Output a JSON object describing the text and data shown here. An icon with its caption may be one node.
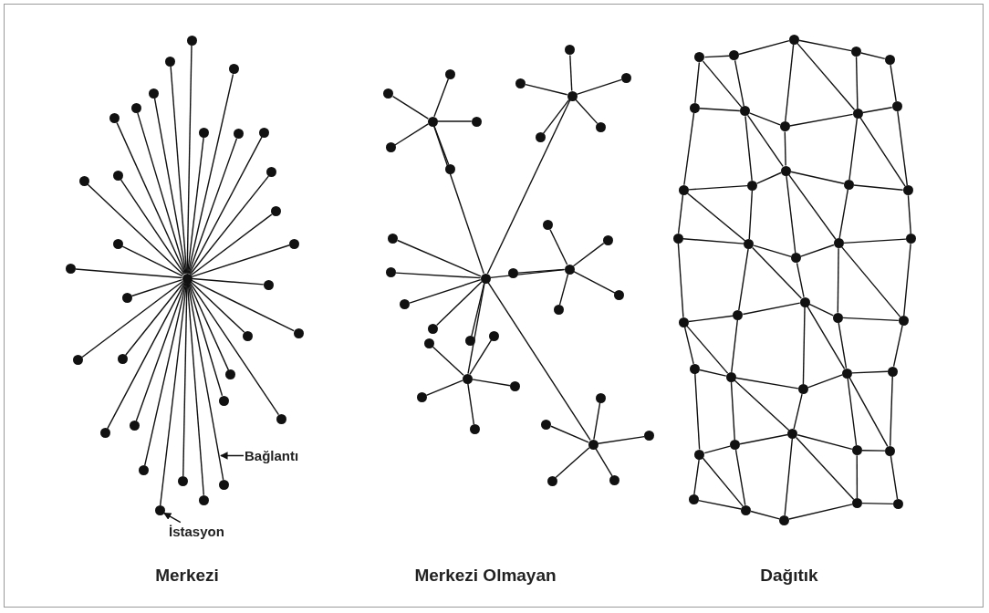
{
  "diagram": {
    "nodes": [
      {
        "text": [],
        "shape": "circle"
      },
      {
        "text": [],
        "shape": "circle"
      },
      {
        "text": [],
        "shape": "circle"
      },
      {
        "text": [],
        "shape": "circle"
      },
      {
        "text": [],
        "shape": "circle"
      },
      {
        "text": [],
        "shape": "circle"
      },
      {
        "text": [],
        "shape": "circle"
      },
      {
        "text": [],
        "shape": "circle"
      },
      {
        "text": [],
        "shape": "circle"
      },
      {
        "text": [],
        "shape": "circle"
      },
      {
        "text": [],
        "shape": "circle"
      },
      {
        "text": [],
        "shape": "circle"
      },
      {
        "text": [],
        "shape": "circle"
      },
      {
        "text": [],
        "shape": "circle"
      },
      {
        "text": [],
        "shape": "circle"
      },
      {
        "text": [],
        "shape": "circle"
      },
      {
        "text": [],
        "shape": "circle"
      },
      {
        "text": [],
        "shape": "circle"
      },
      {
        "text": [],
        "shape": "circle"
      },
      {
        "text": [],
        "shape": "circle"
      },
      {
        "text": [],
        "shape": "circle"
      },
      {
        "text": [],
        "shape": "circle"
      },
      {
        "text": [],
        "shape": "circle"
      },
      {
        "text": [],
        "shape": "circle"
      },
      {
        "text": [],
        "shape": "circle"
      },
      {
        "text": [],
        "shape": "circle"
      },
      {
        "text": [],
        "shape": "circle"
      },
      {
        "text": [],
        "shape": "circle"
      },
      {
        "text": [],
        "shape": "circle"
      },
      {
        "text": [],
        "shape": "circle"
      },
      {
        "text": [],
        "shape": "circle"
      },
      {
        "text": [],
        "shape": "circle"
      },
      {
        "text": [],
        "shape": "circle"
      },
      {
        "text": [],
        "shape": "circle"
      },
      {
        "text": [],
        "shape": "circle"
      },
      {
        "text": [],
        "shape": "circle"
      },
      {
        "text": [],
        "shape": "circle"
      },
      {
        "text": [],
        "shape": "circle"
      },
      {
        "text": [],
        "shape": "circle"
      },
      {
        "text": [],
        "shape": "circle"
      },
      {
        "text": [],
        "shape": "circle"
      },
      {
        "text": [],
        "shape": "circle"
      },
      {
        "text": [],
        "shape": "circle"
      },
      {
        "text": [],
        "shape": "circle"
      },
      {
        "text": [],
        "shape": "circle"
      },
      {
        "text": [],
        "shape": "circle"
      },
      {
        "text": [],
        "shape": "circle"
      },
      {
        "text": [],
        "shape": "circle"
      },
      {
        "text": [],
        "shape": "circle"
      },
      {
        "text": [],
        "shape": "circle"
      },
      {
        "text": [],
        "shape": "circle"
      },
      {
        "text": [],
        "shape": "circle"
      },
      {
        "text": [],
        "shape": "circle"
      },
      {
        "text": [],
        "shape": "circle"
      },
      {
        "text": [],
        "shape": "circle"
      },
      {
        "text": [],
        "shape": "circle"
      },
      {
        "text": [],
        "shape": "circle"
      },
      {
        "text": [],
        "shape": "circle"
      },
      {
        "text": [],
        "shape": "circle"
      },
      {
        "text": [],
        "shape": "circle"
      },
      {
        "text": [],
        "shape": "circle"
      },
      {
        "text": [],
        "shape": "circle"
      },
      {
        "text": [],
        "shape": "circle"
      },
      {
        "text": [],
        "shape": "circle"
      },
      {
        "text": [],
        "shape": "circle"
      },
      {
        "text": [],
        "shape": "circle"
      },
      {
        "text": [],
        "shape": "circle"
      },
      {
        "text": [],
        "shape": "circle"
      },
      {
        "text": [],
        "shape": "circle"
      },
      {
        "text": [],
        "shape": "circle"
      },
      {
        "text": [],
        "shape": "circle"
      },
      {
        "text": [],
        "shape": "circle"
      },
      {
        "text": [],
        "shape": "circle"
      },
      {
        "text": [],
        "shape": "circle"
      },
      {
        "text": [],
        "shape": "circle"
      },
      {
        "text": [],
        "shape": "circle"
      },
      {
        "text": [],
        "shape": "circle"
      },
      {
        "text": [],
        "shape": "circle"
      },
      {
        "text": [],
        "shape": "circle"
      },
      {
        "text": [],
        "shape": "circle"
      },
      {
        "text": [],
        "shape": "circle"
      },
      {
        "text": [],
        "shape": "circle"
      },
      {
        "text": [],
        "shape": "circle"
      },
      {
        "text": [],
        "shape": "circle"
      },
      {
        "text": [],
        "shape": "circle"
      },
      {
        "text": [],
        "shape": "circle"
      },
      {
        "text": [],
        "shape": "circle"
      },
      {
        "text": [],
        "shape": "circle"
      },
      {
        "text": [],
        "shape": "circle"
      },
      {
        "text": [],
        "shape": "circle"
      },
      {
        "text": [],
        "shape": "circle"
      },
      {
        "text": [],
        "shape": "circle"
      },
      {
        "text": [],
        "shape": "circle"
      },
      {
        "text": [],
        "shape": "circle"
      },
      {
        "text": [],
        "shape": "circle"
      },
      {
        "text": [],
        "shape": "circle"
      },
      {
        "text": [],
        "shape": "circle"
      },
      {
        "text": [],
        "shape": "circle"
      },
      {
        "text": [],
        "shape": "circle"
      },
      {
        "text": [],
        "shape": "circle"
      },
      {
        "text": [],
        "shape": "circle"
      },
      {
        "text": [],
        "shape": "circle"
      },
      {
        "text": [],
        "shape": "circle"
      },
      {
        "text": [],
        "shape": "circle"
      },
      {
        "text": [],
        "shape": "circle"
      },
      {
        "text": [],
        "shape": "circle"
      },
      {
        "text": [],
        "shape": "circle"
      },
      {
        "text": [],
        "shape": "circle"
      },
      {
        "text": [],
        "shape": "circle"
      },
      {
        "text": [
          "Bağlantı"
        ]
      },
      {
        "text": [
          "İstasyon"
        ]
      }
    ],
    "edges": [
      {
        "from": 0,
        "to": 1,
        "arrow": "none"
      },
      {
        "from": 0,
        "to": 2,
        "arrow": "none"
      },
      {
        "from": 0,
        "to": 3,
        "arrow": "none"
      },
      {
        "from": 0,
        "to": 4,
        "arrow": "none"
      },
      {
        "from": 0,
        "to": 5,
        "arrow": "none"
      },
      {
        "from": 0,
        "to": 6,
        "arrow": "none"
      },
      {
        "from": 0,
        "to": 7,
        "arrow": "none"
      },
      {
        "from": 0,
        "to": 8,
        "arrow": "none"
      },
      {
        "from": 0,
        "to": 9,
        "arrow": "none"
      },
      {
        "from": 0,
        "to": 10,
        "arrow": "none"
      },
      {
        "from": 0,
        "to": 11,
        "arrow": "none"
      },
      {
        "from": 0,
        "to": 12,
        "arrow": "none"
      },
      {
        "from": 0,
        "to": 13,
        "arrow": "none"
      },
      {
        "from": 0,
        "to": 14,
        "arrow": "none"
      },
      {
        "from": 0,
        "to": 15,
        "arrow": "none"
      },
      {
        "from": 0,
        "to": 16,
        "arrow": "none"
      },
      {
        "from": 0,
        "to": 17,
        "arrow": "none"
      },
      {
        "from": 0,
        "to": 18,
        "arrow": "none"
      },
      {
        "from": 0,
        "to": 19,
        "arrow": "none"
      },
      {
        "from": 0,
        "to": 20,
        "arrow": "none"
      },
      {
        "from": 0,
        "to": 21,
        "arrow": "none"
      },
      {
        "from": 0,
        "to": 22,
        "arrow": "none"
      },
      {
        "from": 0,
        "to": 23,
        "arrow": "none"
      },
      {
        "from": 0,
        "to": 24,
        "arrow": "none"
      },
      {
        "from": 0,
        "to": 25,
        "arrow": "none"
      },
      {
        "from": 0,
        "to": 26,
        "arrow": "none"
      },
      {
        "from": 0,
        "to": 27,
        "arrow": "none"
      },
      {
        "from": 0,
        "to": 28,
        "arrow": "none"
      },
      {
        "from": 0,
        "to": 29,
        "arrow": "none"
      },
      {
        "from": 0,
        "to": 30,
        "arrow": "none"
      },
      {
        "from": 0,
        "to": 31,
        "arrow": "none"
      },
      {
        "from": 0,
        "to": 32,
        "arrow": "none"
      },
      {
        "from": 33,
        "to": 34,
        "arrow": "none"
      },
      {
        "from": 33,
        "to": 35,
        "arrow": "none"
      },
      {
        "from": 33,
        "to": 36,
        "arrow": "none"
      },
      {
        "from": 33,
        "to": 37,
        "arrow": "none"
      },
      {
        "from": 33,
        "to": 38,
        "arrow": "none"
      },
      {
        "from": 33,
        "to": 39,
        "arrow": "none"
      },
      {
        "from": 33,
        "to": 40,
        "arrow": "none"
      },
      {
        "from": 33,
        "to": 41,
        "arrow": "none"
      },
      {
        "from": 33,
        "to": 42,
        "arrow": "none"
      },
      {
        "from": 33,
        "to": 43,
        "arrow": "none"
      },
      {
        "from": 34,
        "to": 44,
        "arrow": "none"
      },
      {
        "from": 34,
        "to": 45,
        "arrow": "none"
      },
      {
        "from": 34,
        "to": 46,
        "arrow": "none"
      },
      {
        "from": 34,
        "to": 47,
        "arrow": "none"
      },
      {
        "from": 34,
        "to": 48,
        "arrow": "none"
      },
      {
        "from": 35,
        "to": 49,
        "arrow": "none"
      },
      {
        "from": 35,
        "to": 50,
        "arrow": "none"
      },
      {
        "from": 35,
        "to": 51,
        "arrow": "none"
      },
      {
        "from": 35,
        "to": 52,
        "arrow": "none"
      },
      {
        "from": 35,
        "to": 53,
        "arrow": "none"
      },
      {
        "from": 36,
        "to": 54,
        "arrow": "none"
      },
      {
        "from": 36,
        "to": 55,
        "arrow": "none"
      },
      {
        "from": 36,
        "to": 56,
        "arrow": "none"
      },
      {
        "from": 36,
        "to": 57,
        "arrow": "none"
      },
      {
        "from": 36,
        "to": 58,
        "arrow": "none"
      },
      {
        "from": 37,
        "to": 59,
        "arrow": "none"
      },
      {
        "from": 37,
        "to": 60,
        "arrow": "none"
      },
      {
        "from": 37,
        "to": 61,
        "arrow": "none"
      },
      {
        "from": 37,
        "to": 62,
        "arrow": "none"
      },
      {
        "from": 37,
        "to": 63,
        "arrow": "none"
      },
      {
        "from": 38,
        "to": 64,
        "arrow": "none"
      },
      {
        "from": 38,
        "to": 65,
        "arrow": "none"
      },
      {
        "from": 38,
        "to": 66,
        "arrow": "none"
      },
      {
        "from": 38,
        "to": 67,
        "arrow": "none"
      },
      {
        "from": 38,
        "to": 68,
        "arrow": "none"
      },
      {
        "from": 69,
        "to": 70,
        "arrow": "none"
      },
      {
        "from": 70,
        "to": 71,
        "arrow": "none"
      },
      {
        "from": 71,
        "to": 72,
        "arrow": "none"
      },
      {
        "from": 72,
        "to": 73,
        "arrow": "none"
      },
      {
        "from": 74,
        "to": 75,
        "arrow": "none"
      },
      {
        "from": 75,
        "to": 76,
        "arrow": "none"
      },
      {
        "from": 76,
        "to": 77,
        "arrow": "none"
      },
      {
        "from": 77,
        "to": 78,
        "arrow": "none"
      },
      {
        "from": 79,
        "to": 80,
        "arrow": "none"
      },
      {
        "from": 80,
        "to": 81,
        "arrow": "none"
      },
      {
        "from": 81,
        "to": 82,
        "arrow": "none"
      },
      {
        "from": 82,
        "to": 83,
        "arrow": "none"
      },
      {
        "from": 84,
        "to": 85,
        "arrow": "none"
      },
      {
        "from": 85,
        "to": 86,
        "arrow": "none"
      },
      {
        "from": 86,
        "to": 87,
        "arrow": "none"
      },
      {
        "from": 87,
        "to": 88,
        "arrow": "none"
      },
      {
        "from": 89,
        "to": 90,
        "arrow": "none"
      },
      {
        "from": 90,
        "to": 91,
        "arrow": "none"
      },
      {
        "from": 91,
        "to": 92,
        "arrow": "none"
      },
      {
        "from": 92,
        "to": 93,
        "arrow": "none"
      },
      {
        "from": 94,
        "to": 95,
        "arrow": "none"
      },
      {
        "from": 95,
        "to": 96,
        "arrow": "none"
      },
      {
        "from": 96,
        "to": 97,
        "arrow": "none"
      },
      {
        "from": 97,
        "to": 98,
        "arrow": "none"
      },
      {
        "from": 99,
        "to": 100,
        "arrow": "none"
      },
      {
        "from": 100,
        "to": 101,
        "arrow": "none"
      },
      {
        "from": 101,
        "to": 102,
        "arrow": "none"
      },
      {
        "from": 102,
        "to": 103,
        "arrow": "none"
      },
      {
        "from": 104,
        "to": 105,
        "arrow": "none"
      },
      {
        "from": 105,
        "to": 106,
        "arrow": "none"
      },
      {
        "from": 106,
        "to": 107,
        "arrow": "none"
      },
      {
        "from": 107,
        "to": 108,
        "arrow": "none"
      },
      {
        "from": 69,
        "to": 74,
        "arrow": "none"
      },
      {
        "from": 70,
        "to": 75,
        "arrow": "none"
      },
      {
        "from": 71,
        "to": 76,
        "arrow": "none"
      },
      {
        "from": 72,
        "to": 77,
        "arrow": "none"
      },
      {
        "from": 73,
        "to": 78,
        "arrow": "none"
      },
      {
        "from": 74,
        "to": 79,
        "arrow": "none"
      },
      {
        "from": 75,
        "to": 80,
        "arrow": "none"
      },
      {
        "from": 76,
        "to": 81,
        "arrow": "none"
      },
      {
        "from": 77,
        "to": 82,
        "arrow": "none"
      },
      {
        "from": 78,
        "to": 83,
        "arrow": "none"
      },
      {
        "from": 79,
        "to": 84,
        "arrow": "none"
      },
      {
        "from": 80,
        "to": 85,
        "arrow": "none"
      },
      {
        "from": 81,
        "to": 86,
        "arrow": "none"
      },
      {
        "from": 82,
        "to": 87,
        "arrow": "none"
      },
      {
        "from": 83,
        "to": 88,
        "arrow": "none"
      },
      {
        "from": 84,
        "to": 89,
        "arrow": "none"
      },
      {
        "from": 85,
        "to": 90,
        "arrow": "none"
      },
      {
        "from": 86,
        "to": 91,
        "arrow": "none"
      },
      {
        "from": 87,
        "to": 92,
        "arrow": "none"
      },
      {
        "from": 88,
        "to": 93,
        "arrow": "none"
      },
      {
        "from": 89,
        "to": 94,
        "arrow": "none"
      },
      {
        "from": 90,
        "to": 95,
        "arrow": "none"
      },
      {
        "from": 91,
        "to": 96,
        "arrow": "none"
      },
      {
        "from": 92,
        "to": 97,
        "arrow": "none"
      },
      {
        "from": 93,
        "to": 98,
        "arrow": "none"
      },
      {
        "from": 94,
        "to": 99,
        "arrow": "none"
      },
      {
        "from": 95,
        "to": 100,
        "arrow": "none"
      },
      {
        "from": 96,
        "to": 101,
        "arrow": "none"
      },
      {
        "from": 97,
        "to": 102,
        "arrow": "none"
      },
      {
        "from": 98,
        "to": 103,
        "arrow": "none"
      },
      {
        "from": 99,
        "to": 104,
        "arrow": "none"
      },
      {
        "from": 100,
        "to": 105,
        "arrow": "none"
      },
      {
        "from": 101,
        "to": 106,
        "arrow": "none"
      },
      {
        "from": 102,
        "to": 107,
        "arrow": "none"
      },
      {
        "from": 103,
        "to": 108,
        "arrow": "none"
      },
      {
        "from": 69,
        "to": 75,
        "arrow": "none"
      },
      {
        "from": 71,
        "to": 77,
        "arrow": "none"
      },
      {
        "from": 75,
        "to": 81,
        "arrow": "none"
      },
      {
        "from": 77,
        "to": 83,
        "arrow": "none"
      },
      {
        "from": 79,
        "to": 85,
        "arrow": "none"
      },
      {
        "from": 81,
        "to": 87,
        "arrow": "none"
      },
      {
        "from": 85,
        "to": 91,
        "arrow": "none"
      },
      {
        "from": 87,
        "to": 93,
        "arrow": "none"
      },
      {
        "from": 89,
        "to": 95,
        "arrow": "none"
      },
      {
        "from": 91,
        "to": 97,
        "arrow": "none"
      },
      {
        "from": 95,
        "to": 101,
        "arrow": "none"
      },
      {
        "from": 97,
        "to": 103,
        "arrow": "none"
      },
      {
        "from": 99,
        "to": 105,
        "arrow": "none"
      },
      {
        "from": 101,
        "to": 107,
        "arrow": "none"
      },
      {
        "from": 109,
        "to": null,
        "arrow": "to"
      },
      {
        "from": 110,
        "to": 18,
        "arrow": "to"
      }
    ],
    "labels": [
      "Merkezi",
      "Merkezi Olmayan",
      "Dağıtık"
    ]
  }
}
